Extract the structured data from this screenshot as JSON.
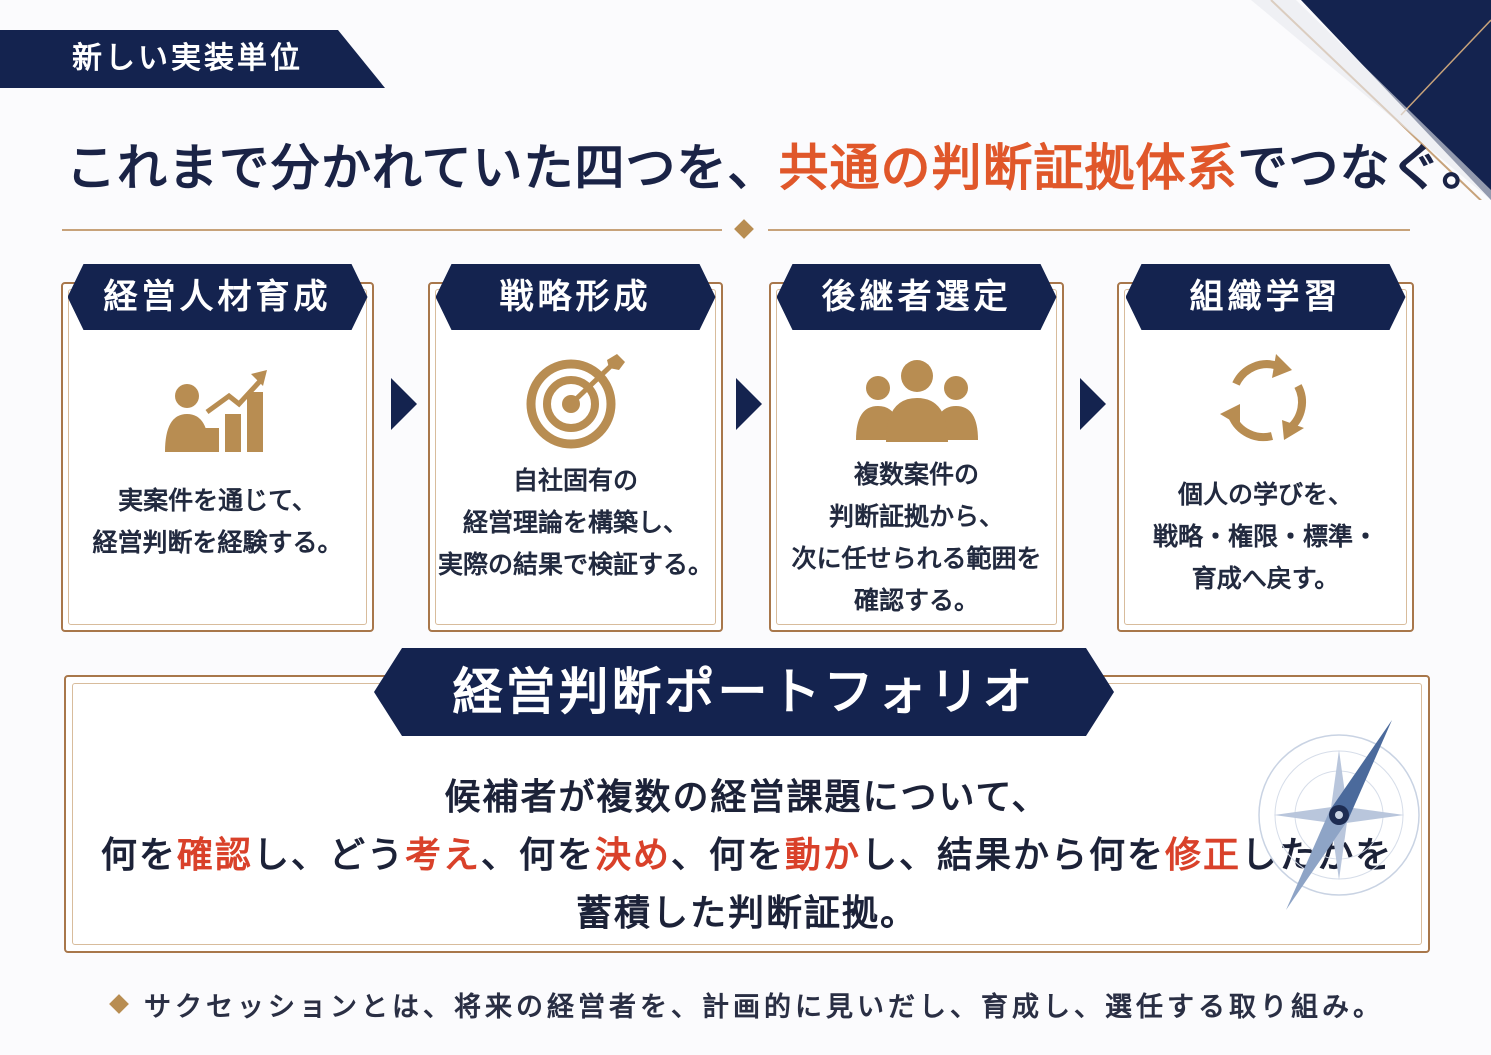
{
  "tag": "新しい実装単位",
  "headline": {
    "before": "これまで分かれていた四つを、",
    "accent": "共通の判断証拠体系",
    "after": "でつなぐ。"
  },
  "cards": [
    {
      "title": "経営人材育成",
      "icon": "growth-chart-person-icon",
      "lines": [
        "実案件を通じて、",
        "経営判断を経験する。"
      ]
    },
    {
      "title": "戦略形成",
      "icon": "target-arrow-icon",
      "lines": [
        "自社固有の",
        "経営理論を構築し、",
        "実際の結果で検証する。"
      ]
    },
    {
      "title": "後継者選定",
      "icon": "people-group-icon",
      "lines": [
        "複数案件の",
        "判断証拠から、",
        "次に任せられる範囲を",
        "確認する。"
      ]
    },
    {
      "title": "組織学習",
      "icon": "cycle-arrows-icon",
      "lines": [
        "個人の学びを、",
        "戦略・権限・標準・",
        "育成へ戻す。"
      ]
    }
  ],
  "portfolio": {
    "title": "経営判断ポートフォリオ",
    "line1": "候補者が複数の経営課題について、",
    "line2": [
      {
        "t": "何を",
        "h": false
      },
      {
        "t": "確認",
        "h": true
      },
      {
        "t": "し、どう",
        "h": false
      },
      {
        "t": "考え",
        "h": true
      },
      {
        "t": "、何を",
        "h": false
      },
      {
        "t": "決め",
        "h": true
      },
      {
        "t": "、何を",
        "h": false
      },
      {
        "t": "動か",
        "h": true
      },
      {
        "t": "し、結果から何を",
        "h": false
      },
      {
        "t": "修正",
        "h": true
      },
      {
        "t": "したかを",
        "h": false
      }
    ],
    "line3": "蓄積した判断証拠。"
  },
  "note": "サクセッションとは、将来の経営者を、計画的に見いだし、育成し、選任する取り組み。",
  "colors": {
    "navy": "#14234f",
    "accent": "#e0572a",
    "gold": "#b88d52"
  }
}
